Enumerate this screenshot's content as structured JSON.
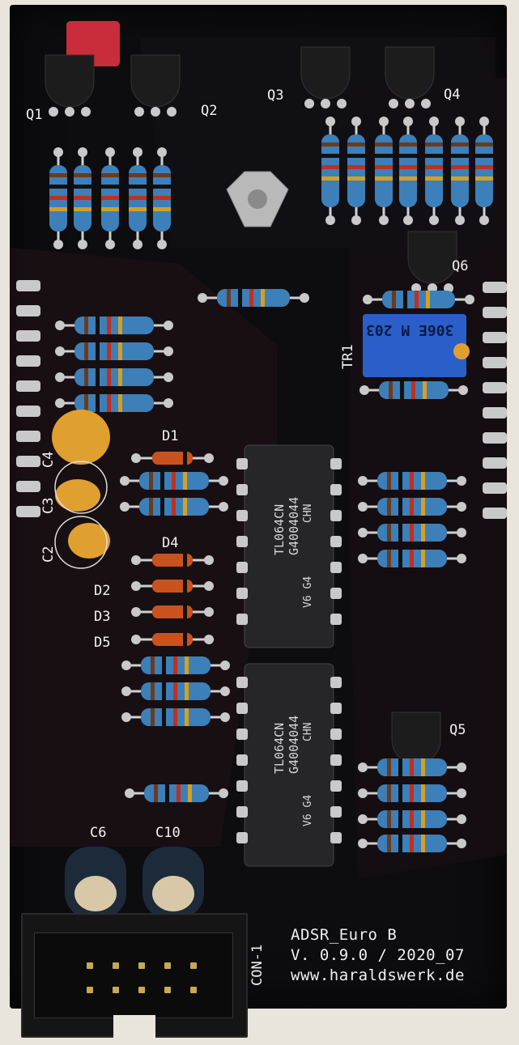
{
  "labels": {
    "q1": "Q1",
    "q2": "Q2",
    "q3": "Q3",
    "q4": "Q4",
    "q5": "Q5",
    "q6": "Q6",
    "tr1": "TR1",
    "d1": "D1",
    "d2": "D2",
    "d3": "D3",
    "d4": "D4",
    "d5": "D5",
    "c2": "C2",
    "c3": "C3",
    "c4": "C4",
    "c6": "C6",
    "c10": "C10",
    "con1": "CON-1"
  },
  "trimmer_marking": "306E M 203",
  "ic_marking": {
    "line1": "TL064CN",
    "line2": "G4004044",
    "line3": "CHN",
    "line4": "V6 G4"
  },
  "footer": {
    "title": "ADSR_Euro B",
    "version": "V. 0.9.0 / 2020_07",
    "url": "www.haraldswerk.de"
  },
  "colors": {
    "pcb": "#0d0c0f",
    "silkscreen": "#f2f2f2",
    "resistor_body": "#3d7fb8",
    "diode_body": "#c9521f",
    "tantalum": "#e0a030",
    "trimmer": "#2a5fc9",
    "pad": "#c9c9c9"
  }
}
